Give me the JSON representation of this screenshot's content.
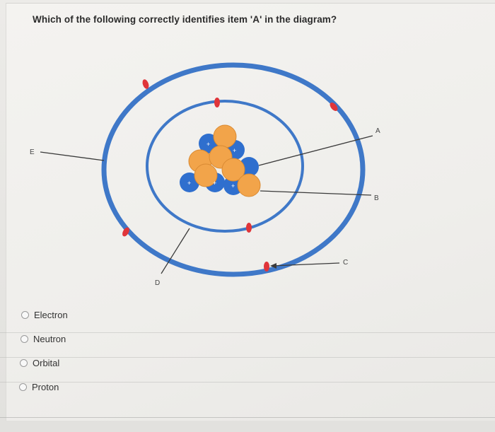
{
  "question": {
    "text": "Which of the following correctly identifies item 'A' in the diagram?"
  },
  "diagram": {
    "labels": {
      "A": "A",
      "B": "B",
      "C": "C",
      "D": "D",
      "E": "E"
    },
    "proton_sign": "+",
    "colors": {
      "shell": "#3f78c8",
      "electron": "#e0353a",
      "neutron": "#f2a44a",
      "proton": "#2f6fce",
      "pointer": "#3a3a3a"
    }
  },
  "options": [
    {
      "label": "Electron"
    },
    {
      "label": "Neutron"
    },
    {
      "label": "Orbital"
    },
    {
      "label": "Proton"
    }
  ]
}
